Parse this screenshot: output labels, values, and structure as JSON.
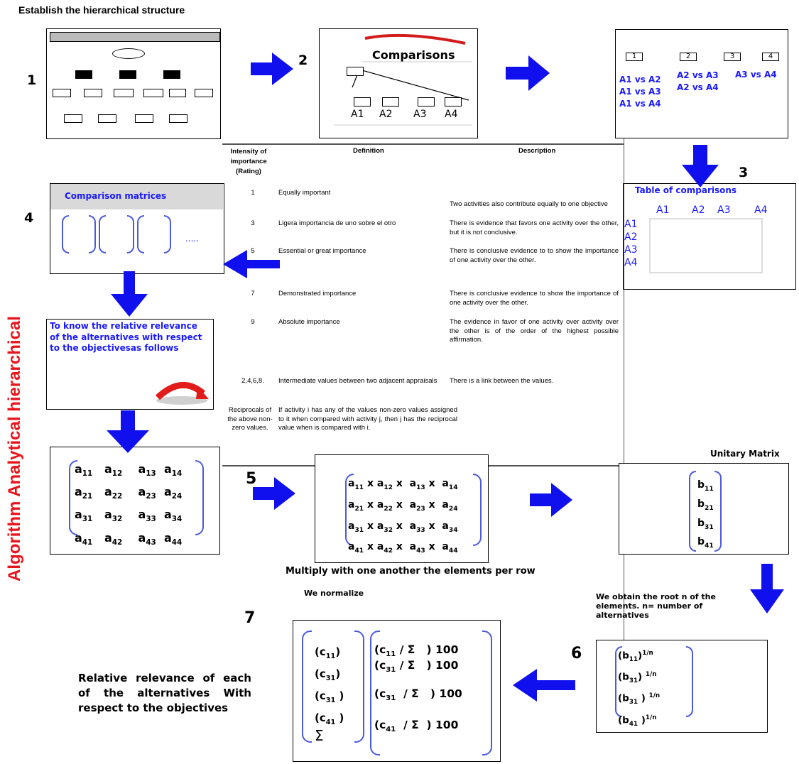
{
  "title": "Establish the hierarchical structure",
  "side_title": "Algorithm Analytical hierarchical",
  "steps": {
    "s1": "1",
    "s2": "2",
    "s3": "3",
    "s4": "4",
    "s5": "5",
    "s6": "6",
    "s7": "7"
  },
  "comparisons_box": {
    "title": "Comparisons",
    "alternatives": [
      "A1",
      "A2",
      "A3",
      "A4"
    ]
  },
  "pairs_box": {
    "headers": [
      "1",
      "2",
      "3",
      "4"
    ],
    "col1": [
      "A1 vs A2",
      "A1 vs A3",
      "A1 vs A4"
    ],
    "col2": [
      "A2 vs A3",
      "A2 vs A4"
    ],
    "col3": [
      "A3 vs A4"
    ]
  },
  "table_of_comparisons": {
    "title": "Table of comparisons",
    "cols": [
      "A1",
      "A2",
      "A3",
      "A4"
    ],
    "rows": [
      "A1",
      "A2",
      "A3",
      "A4"
    ]
  },
  "comparison_matrices": {
    "title": "Comparison matrices",
    "ellipsis": "....."
  },
  "relevance_box": {
    "text": "To know the relative relevance of the alternatives with respect to the objectivesas follows"
  },
  "scale_table": {
    "headers": {
      "intensity": "Intensity of importance (Rating)",
      "definition": "Definition",
      "description": "Description"
    },
    "rows": [
      {
        "rating": "1",
        "definition": "Equally important",
        "description": "Two activities also contribute equally to one objective"
      },
      {
        "rating": "3",
        "definition": "Ligera importancia de uno sobre el otro",
        "description": "There is evidence that favors one activity over the other, but it is not conclusive."
      },
      {
        "rating": "5",
        "definition": "Essential or great importance",
        "description": "There is conclusive evidence to to show the importance of one activity over the other."
      },
      {
        "rating": "7",
        "definition": "Demonstrated importance",
        "description": "There is conclusive evidence to show the importance of one activity over the other."
      },
      {
        "rating": "9",
        "definition": "Absolute importance",
        "description": "The evidence in favor of one activity over activity over the other is of the order of the highest possible affirmation."
      },
      {
        "rating": "2,4,6,8.",
        "definition": "Intermediate values between two adjacent appraisals",
        "description": "There is a link between the values."
      },
      {
        "rating": "Reciprocals of the above non-zero values.",
        "definition": "If activity i has any of the values non-zero values assigned to it when compared with activity j, then j has the reciprocal value when is compared with i.",
        "description": ""
      }
    ]
  },
  "unitary_matrix_label": "Unitary Matrix",
  "multiply_caption": "Multiply with one another the elements per row",
  "normalize_caption": "We normalize",
  "root_caption": "We obtain the root n  of the elements. n= number of alternatives",
  "relative_relevance": "Relative relevance of each of the alternatives With respect to the objectives",
  "sigma": "Σ",
  "colors": {
    "arrow": "#1010ee",
    "blue_text": "#1a1aff",
    "red_title": "#e8141b",
    "bracket": "#4b5bdb"
  }
}
